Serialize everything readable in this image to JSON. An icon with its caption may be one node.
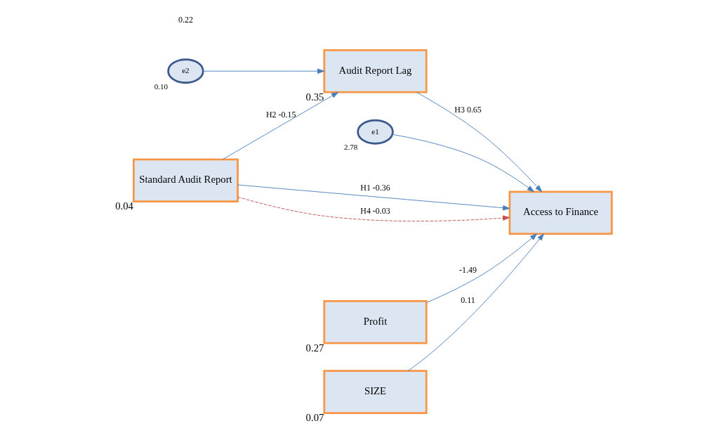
{
  "diagram": {
    "nodes": [
      {
        "text": [
          "e2"
        ],
        "beside": [
          "0.10"
        ]
      },
      {
        "text": [
          "Audit Report Lag"
        ],
        "beside": [
          "0.35"
        ]
      },
      {
        "text": [
          "e1"
        ],
        "beside": [
          "2.78"
        ]
      },
      {
        "text": [
          "Standard Audit Report"
        ],
        "beside": [
          "0.04"
        ]
      },
      {
        "text": [
          "Access to Finance"
        ]
      },
      {
        "text": [
          "Profit"
        ],
        "beside": [
          "0.27"
        ]
      },
      {
        "text": [
          "SIZE"
        ],
        "beside": [
          "0.07"
        ]
      }
    ],
    "edges": [
      {
        "from": 0,
        "to": 1,
        "arrow": "to"
      },
      {
        "from": 3,
        "to": 1,
        "arrow": "to",
        "label": "H2 -0.15"
      },
      {
        "from": 1,
        "to": 4,
        "arrow": "to",
        "label": "H3 0.65"
      },
      {
        "from": 2,
        "to": 4,
        "arrow": "to"
      },
      {
        "from": 3,
        "to": 4,
        "arrow": "to",
        "label": "H1 -0.36"
      },
      {
        "from": 3,
        "to": 4,
        "arrow": "to",
        "label": "H4 -0.03",
        "style": "dashed",
        "color": "#c0504d"
      },
      {
        "from": 5,
        "to": 4,
        "arrow": "to",
        "label": "-1.49"
      },
      {
        "from": 6,
        "to": 4,
        "arrow": "to",
        "label": "0.11"
      }
    ],
    "labels": [
      "0.22"
    ]
  }
}
